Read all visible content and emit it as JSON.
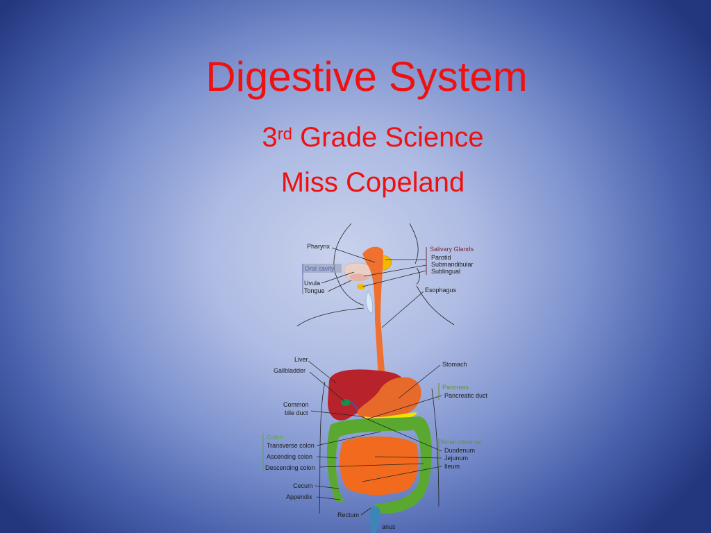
{
  "slide": {
    "title": "Digestive System",
    "subtitle_grade_number": "3",
    "subtitle_grade_suffix": "rd",
    "subtitle_grade_rest": " Grade Science",
    "subtitle_teacher": "Miss Copeland"
  },
  "diagram": {
    "labels": {
      "pharynx": "Pharynx",
      "salivary_glands": "Salivary Glands",
      "parotid": "Parotid",
      "submandibular": "Submandibular",
      "sublingual": "Sublingual",
      "oral_cavity": "Oral cavity",
      "uvula": "Uvula",
      "tongue": "Tongue",
      "esophagus": "Esophagus",
      "liver": "Liver",
      "gallbladder": "Gallbladder",
      "stomach": "Stomach",
      "pancreas": "Pancreas",
      "pancreatic_duct": "Pancreatic duct",
      "common": "Common",
      "bile_duct": "bile duct",
      "colon": "Colon",
      "transverse_colon": "Transverse colon",
      "ascending_colon": "Ascending colon",
      "descending_colon": "Descending colon",
      "small_intestine": "Small intest ne",
      "duodenum": "Duodenum",
      "jejunum": "Jejunum",
      "ileum": "Ileum",
      "cecum": "Cecum",
      "appendix": "Appendix",
      "rectum": "Rectum",
      "anus": "anus"
    },
    "colors": {
      "liver": "#b8222a",
      "stomach": "#e86a2a",
      "esophagus": "#f07030",
      "colon": "#5aa830",
      "small_intestine": "#f26a1e",
      "pancreas": "#f1e300",
      "salivary": "#f5b800",
      "group_label_blue": "#5468a8",
      "group_label_maroon": "#7a2a3a",
      "group_label_green": "#6c8e3a"
    }
  }
}
